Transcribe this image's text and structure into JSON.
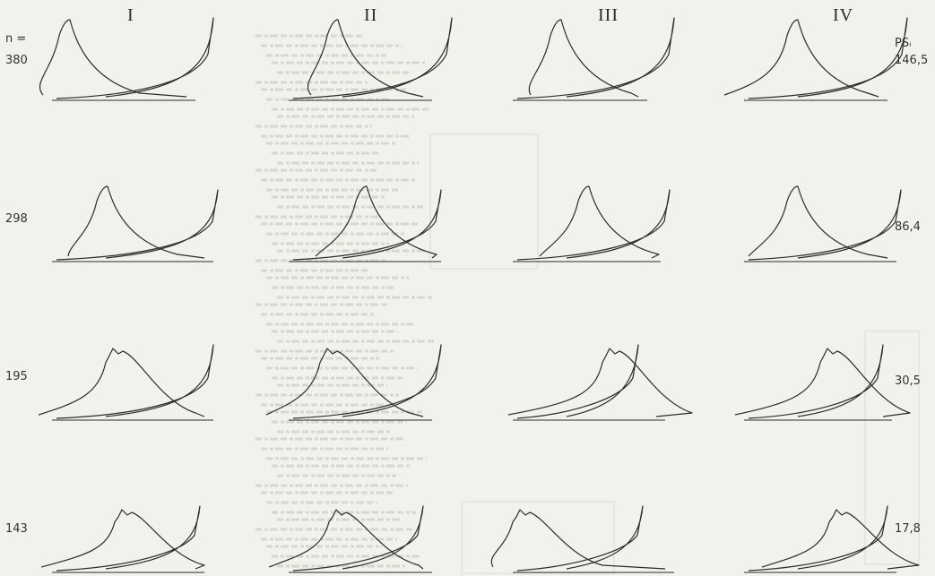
{
  "columns": [
    "I",
    "II",
    "III",
    "IV"
  ],
  "row_header_left": "n =",
  "row_header_right": "PSᵢ",
  "rows": [
    {
      "n": "380",
      "ps": "146,5"
    },
    {
      "n": "298",
      "ps": "86,4"
    },
    {
      "n": "195",
      "ps": "30,5"
    },
    {
      "n": "143",
      "ps": "17,8"
    }
  ],
  "colors": {
    "background": "#f3f1ec",
    "ink": "#2b2b2b"
  }
}
